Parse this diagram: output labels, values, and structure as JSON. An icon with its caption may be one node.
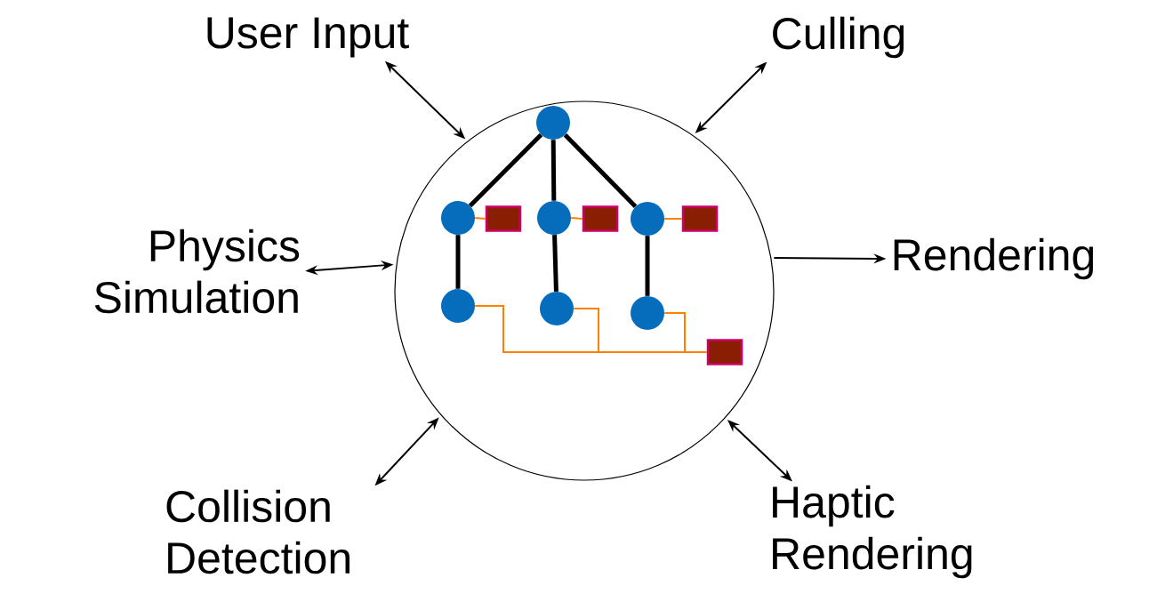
{
  "diagram": {
    "nodes": [
      {
        "text": [],
        "shape": "circle"
      },
      {
        "text": [
          "User Input"
        ]
      },
      {
        "text": [
          "Culling"
        ]
      },
      {
        "text": [
          "Physics Simulation"
        ]
      },
      {
        "text": [
          "Rendering"
        ]
      },
      {
        "text": [
          "Collision Detection"
        ]
      },
      {
        "text": [
          "Haptic Rendering"
        ]
      },
      {
        "text": [],
        "shape": "circle",
        "in": 0
      },
      {
        "text": [],
        "shape": "circle",
        "in": 0
      },
      {
        "text": [],
        "shape": "box",
        "in": 0
      },
      {
        "text": [],
        "shape": "circle",
        "in": 0
      },
      {
        "text": [],
        "shape": "box",
        "in": 0
      },
      {
        "text": [],
        "shape": "circle",
        "in": 0
      },
      {
        "text": [],
        "shape": "box",
        "in": 0
      },
      {
        "text": [],
        "shape": "circle",
        "in": 0
      },
      {
        "text": [],
        "shape": "circle",
        "in": 0
      },
      {
        "text": [],
        "shape": "circle",
        "in": 0
      },
      {
        "text": [],
        "shape": "box",
        "in": 0
      }
    ],
    "edges": [
      {
        "from": 1,
        "to": 0,
        "arrow": "both"
      },
      {
        "from": 2,
        "to": 0,
        "arrow": "both"
      },
      {
        "from": 3,
        "to": 0,
        "arrow": "both"
      },
      {
        "from": 0,
        "to": 4,
        "arrow": "to"
      },
      {
        "from": 5,
        "to": 0,
        "arrow": "both"
      },
      {
        "from": 6,
        "to": 0,
        "arrow": "both"
      },
      {
        "from": 7,
        "to": 8,
        "arrow": "none",
        "style": "thick"
      },
      {
        "from": 7,
        "to": 10,
        "arrow": "none",
        "style": "thick"
      },
      {
        "from": 7,
        "to": 12,
        "arrow": "none",
        "style": "thick"
      },
      {
        "from": 8,
        "to": 14,
        "arrow": "none",
        "style": "thick"
      },
      {
        "from": 10,
        "to": 15,
        "arrow": "none",
        "style": "thick"
      },
      {
        "from": 12,
        "to": 16,
        "arrow": "none",
        "style": "thick"
      },
      {
        "from": 8,
        "to": 9,
        "arrow": "none",
        "color": "#ff8000"
      },
      {
        "from": 10,
        "to": 11,
        "arrow": "none",
        "color": "#ff8000"
      },
      {
        "from": 12,
        "to": 13,
        "arrow": "none",
        "color": "#ff8000"
      },
      {
        "from": 14,
        "to": 17,
        "arrow": "none",
        "color": "#ff8000"
      },
      {
        "from": 15,
        "to": 17,
        "arrow": "none",
        "color": "#ff8000"
      },
      {
        "from": 16,
        "to": 17,
        "arrow": "none",
        "color": "#ff8000"
      }
    ]
  }
}
